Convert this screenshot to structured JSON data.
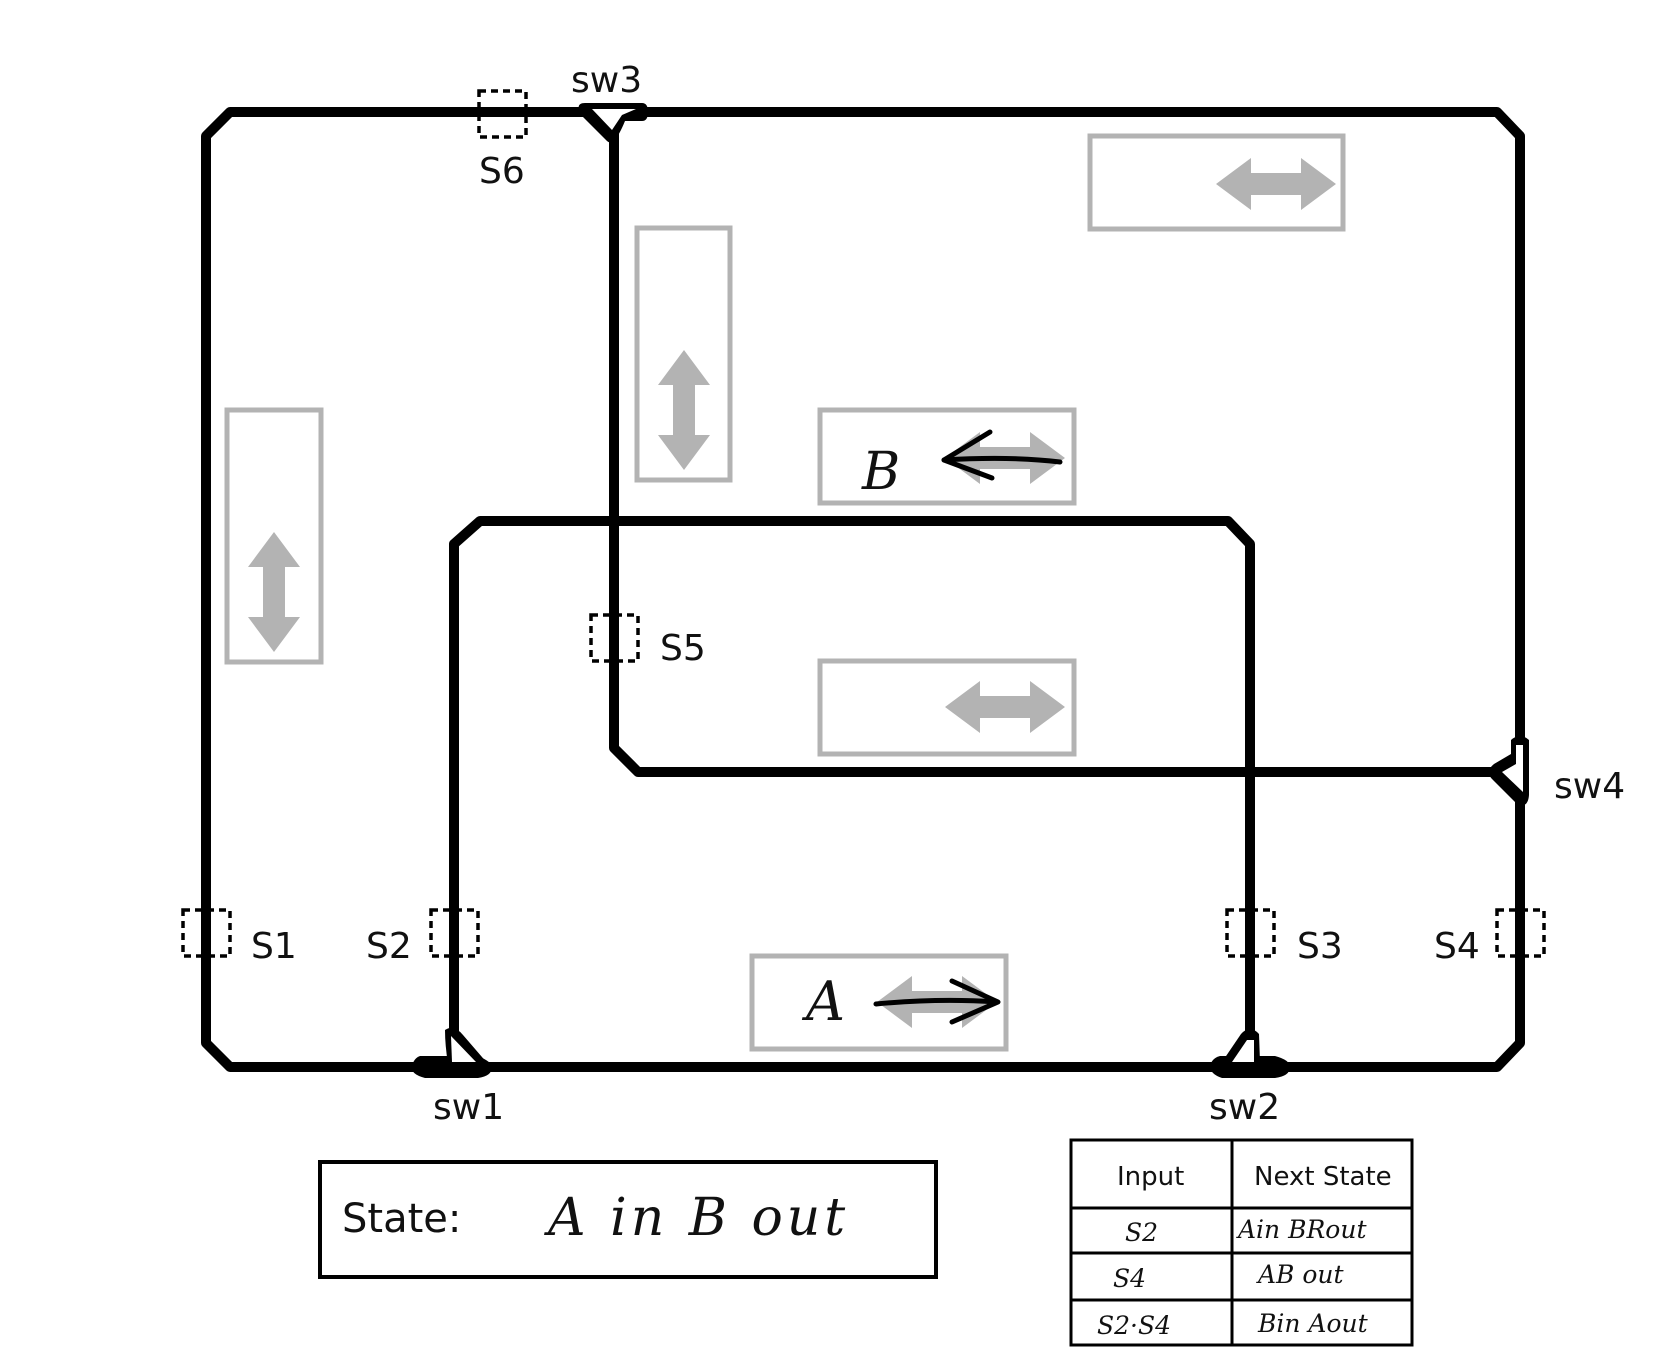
{
  "switches": {
    "sw1": "sw1",
    "sw2": "sw2",
    "sw3": "sw3",
    "sw4": "sw4"
  },
  "sensors": {
    "s1": "S1",
    "s2": "S2",
    "s3": "S3",
    "s4": "S4",
    "s5": "S5",
    "s6": "S6"
  },
  "trains": {
    "a": "A",
    "b": "B"
  },
  "state_box": {
    "label": "State:",
    "value": "A in B out"
  },
  "table": {
    "headers": [
      "Input",
      "Next State"
    ],
    "rows": [
      {
        "input": "S2",
        "next": "Ain BRout"
      },
      {
        "input": "S4",
        "next": "AB out"
      },
      {
        "input": "S2·S4",
        "next": "Bin Aout"
      }
    ]
  },
  "colors": {
    "track": "#000000",
    "block_outline": "#b3b3b3",
    "block_arrow": "#b3b3b3",
    "text": "#111111"
  }
}
